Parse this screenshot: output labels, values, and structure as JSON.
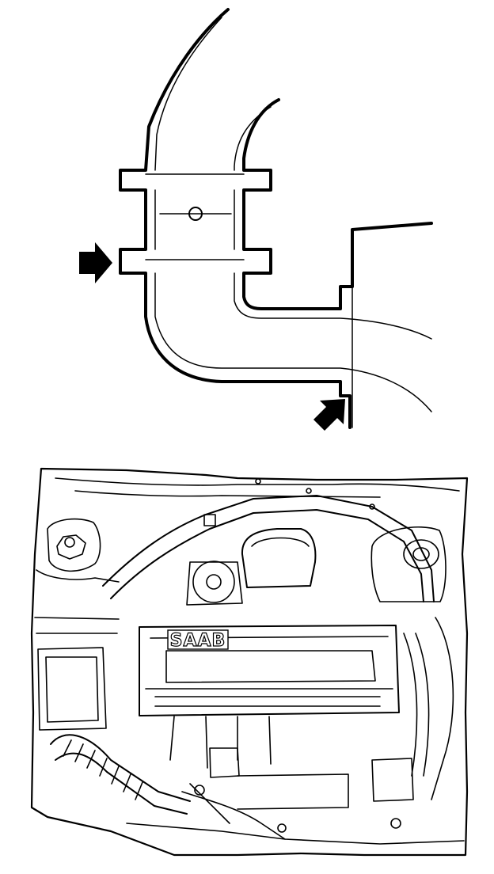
{
  "figure": {
    "top_panel": {
      "subject": "hose-connector-detail",
      "arrows": [
        "arrow-left",
        "arrow-bottom-right"
      ]
    },
    "bottom_panel": {
      "subject": "engine-bay-overview",
      "logo_text": "SAAB"
    },
    "colors": {
      "ink": "#000000",
      "paper": "#ffffff"
    }
  }
}
